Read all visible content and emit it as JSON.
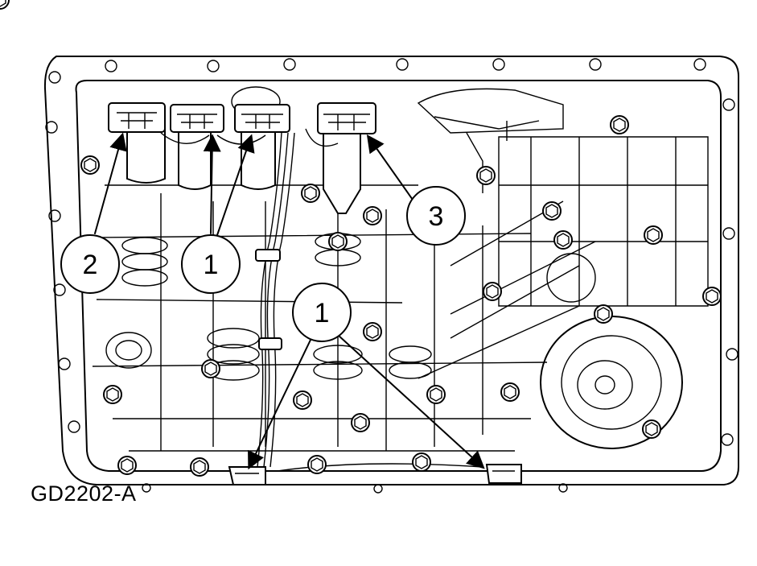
{
  "figure": {
    "reference_code": "GD2202-A",
    "callouts": [
      {
        "id": "c2",
        "label": "2"
      },
      {
        "id": "c1a",
        "label": "1"
      },
      {
        "id": "c1b",
        "label": "1"
      },
      {
        "id": "c3",
        "label": "3"
      }
    ]
  },
  "colors": {
    "ink": "#000000",
    "paper": "#ffffff"
  }
}
